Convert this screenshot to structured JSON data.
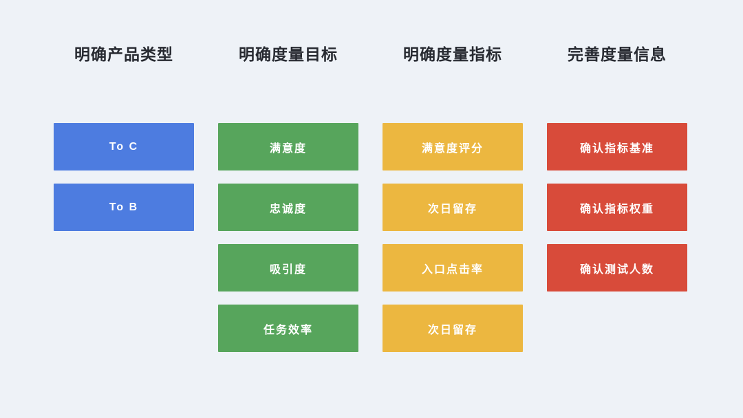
{
  "canvas": {
    "background": "#eef2f7",
    "header_text_color": "#272a31",
    "box_text_color": "#ffffff"
  },
  "columns": [
    {
      "header": "明确产品类型",
      "color": "#4d7ce0",
      "items": [
        "To C",
        "To B"
      ]
    },
    {
      "header": "明确度量目标",
      "color": "#57a55c",
      "items": [
        "满意度",
        "忠诚度",
        "吸引度",
        "任务效率"
      ]
    },
    {
      "header": "明确度量指标",
      "color": "#ecb740",
      "items": [
        "满意度评分",
        "次日留存",
        "入口点击率",
        "次日留存"
      ]
    },
    {
      "header": "完善度量信息",
      "color": "#d84b3a",
      "items": [
        "确认指标基准",
        "确认指标权重",
        "确认测试人数"
      ]
    }
  ]
}
